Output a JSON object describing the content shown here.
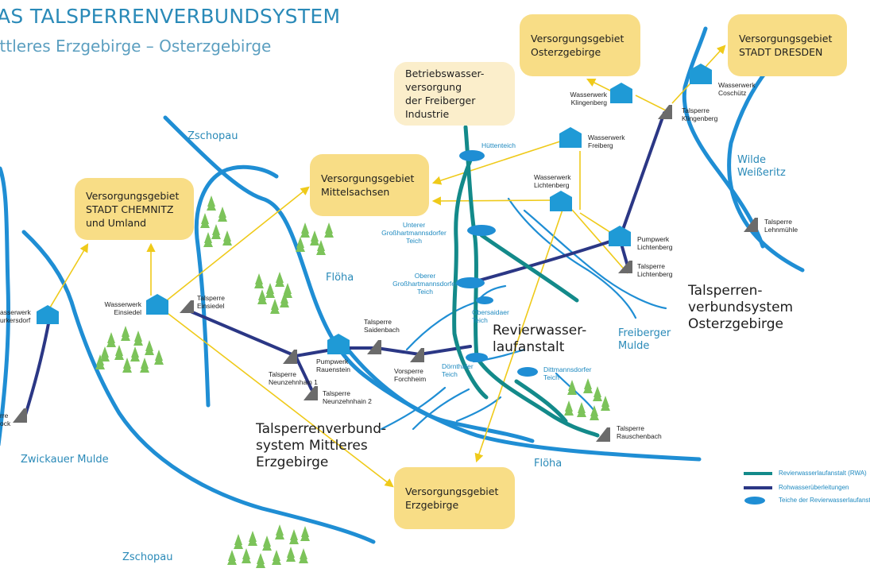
{
  "header": {
    "title": "AS TALSPERRENVERBUNDSYSTEM",
    "subtitle": "ittleres Erzgebirge – Osterzgebirge"
  },
  "supply_areas": {
    "chemnitz": [
      "Versorgungsgebiet",
      "STADT CHEMNITZ",
      "und Umland"
    ],
    "mittelsachsen": [
      "Versorgungsgebiet",
      "Mittelsachsen"
    ],
    "freiberg_industry": [
      "Betriebswasser-",
      "versorgung",
      "der Freiberger",
      "Industrie"
    ],
    "osterzgebirge": [
      "Versorgungsgebiet",
      "Osterzgebirge"
    ],
    "dresden": [
      "Versorgungsgebiet",
      "STADT DRESDEN"
    ],
    "erzgebirge": [
      "Versorgungsgebiet",
      "Erzgebirge"
    ]
  },
  "rivers": {
    "zschopau_top": "Zschopau",
    "zschopau_bottom": "Zschopau",
    "floeha_mid": "Flöha",
    "floeha_bottom": "Flöha",
    "zwickauer_mulde": "Zwickauer Mulde",
    "freiberger_mulde": [
      "Freiberger",
      "Mulde"
    ],
    "wilde_weisseritz": [
      "Wilde",
      "Weißeritz"
    ]
  },
  "waterworks": {
    "ww_wurkersdorf": [
      "asserwerk",
      "urkersdorf"
    ],
    "ww_einsiedel": [
      "Wasserwerk",
      "Einsiedel"
    ],
    "ww_freiberg": [
      "Wasserwerk",
      "Freiberg"
    ],
    "ww_lichtenberg": [
      "Wasserwerk",
      "Lichtenberg"
    ],
    "ww_klingenberg": [
      "Wasserwerk",
      "Klingenberg"
    ],
    "ww_coschuetz": [
      "Wasserwerk",
      "Coschütz"
    ]
  },
  "pumping_stations": {
    "pw_rauenstein": [
      "Pumpwerk",
      "Rauenstein"
    ],
    "pw_lichtenberg": [
      "Pumpwerk",
      "Lichtenberg"
    ]
  },
  "dams": {
    "ts_einsiedel": [
      "Talsperre",
      "Einsiedel"
    ],
    "ts_saidenbach": [
      "Talsperre",
      "Saidenbach"
    ],
    "ts_neunzehnhain1": [
      "Talsperre",
      "Neunzehnhain 1"
    ],
    "ts_neunzehnhain2": [
      "Talsperre",
      "Neunzehnhain 2"
    ],
    "vs_forchheim": [
      "Vorsperre",
      "Forchheim"
    ],
    "ts_lichtenberg": [
      "Talsperre",
      "Lichtenberg"
    ],
    "ts_klingenberg": [
      "Talsperre",
      "Klingenberg"
    ],
    "ts_lehnmuehle": [
      "Talsperre",
      "Lehnmühle"
    ],
    "ts_rauschenbach": [
      "Talsperre",
      "Rauschenbach"
    ],
    "ts_left": [
      "rre",
      "ock"
    ]
  },
  "ponds": {
    "huettenteich": "Hüttenteich",
    "unterer": [
      "Unterer",
      "Großhartmannsdorfer",
      "Teich"
    ],
    "oberer": [
      "Oberer",
      "Großhartmannsdorfer",
      "Teich"
    ],
    "obersaidaer": [
      "Obersaidaer",
      "Teich"
    ],
    "doernthaler": [
      "Dörnthaler",
      "Teich"
    ],
    "dittmannsdorfer": [
      "Dittmannsdorfer",
      "Teich"
    ]
  },
  "regions": {
    "mittleres": [
      "Talsperrenverbund-",
      "system Mittleres",
      "Erzgebirge"
    ],
    "oster": [
      "Talsperren-",
      "verbundsystem",
      "Osterzgebirge"
    ],
    "revier": [
      "Revierwasser-",
      "laufanstalt"
    ]
  },
  "legend": {
    "items": [
      {
        "label": "Revierwasserlaufanstalt (RWA)",
        "color": "#138a8a",
        "symbol": "line"
      },
      {
        "label": "Rohwasserüberleitungen",
        "color": "#2b3785",
        "symbol": "line"
      },
      {
        "label": "Teiche der Revierwasserlaufanstalt",
        "color": "#1f8ed4",
        "symbol": "ellipse"
      }
    ]
  },
  "colors": {
    "river": "#1f8ed4",
    "rwa": "#138a8a",
    "raw_water": "#2b3785",
    "supply_arrow": "#efca1a",
    "supply_box": "#f8dd86",
    "industry_box": "#fbeecb",
    "building": "#1f9ad6",
    "dam": "#6b6b6b",
    "tree": "#7cc35a",
    "title": "#2a8ab8"
  }
}
